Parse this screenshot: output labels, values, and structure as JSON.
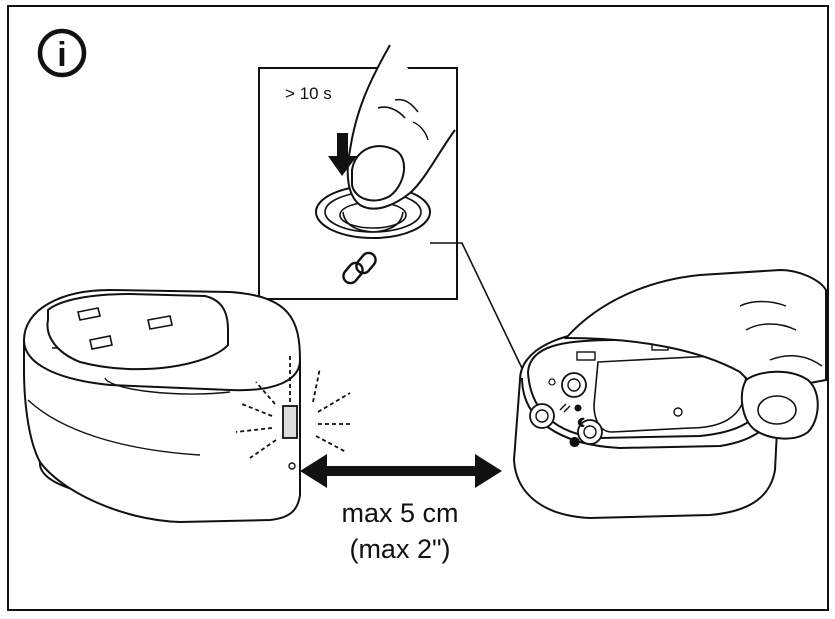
{
  "press_duration": "> 10 s",
  "distance_metric": "max 5 cm",
  "distance_imperial": "(max 2\")",
  "info_symbol": "i",
  "icons": {
    "info": "info-circle-icon",
    "link": "chain-link-icon",
    "arrow": "down-arrow-icon",
    "distance": "double-arrow-icon"
  },
  "colors": {
    "stroke": "#111111",
    "background": "#ffffff"
  }
}
